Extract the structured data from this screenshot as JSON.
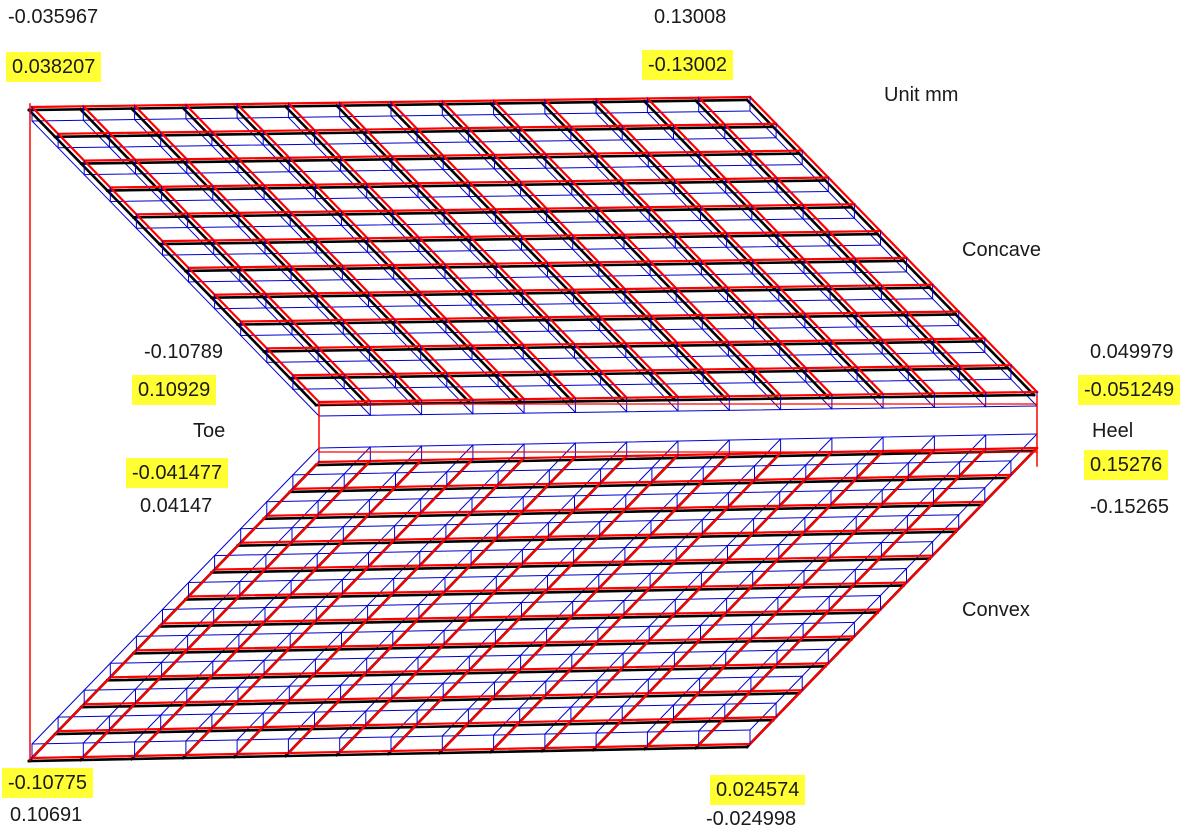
{
  "colors": {
    "deformed_mesh": "#ff0000",
    "original_mesh": "#000000",
    "thin_mesh": "#0000cc",
    "highlight": "#ffff33"
  },
  "labels": {
    "unit": "Unit mm",
    "concave": "Concave",
    "convex": "Convex",
    "toe": "Toe",
    "heel": "Heel"
  },
  "values": {
    "top_left_a": "-0.035967",
    "top_left_b": "0.038207",
    "top_mid_a": "0.13008",
    "top_mid_b": "-0.13002",
    "toe_upper_a": "-0.10789",
    "toe_upper_b": "0.10929",
    "toe_lower_a": "-0.041477",
    "toe_lower_b": "0.04147",
    "heel_upper_a": "0.049979",
    "heel_upper_b": "-0.051249",
    "heel_lower_a": "0.15276",
    "heel_lower_b": "-0.15265",
    "bottom_left_a": "-0.10775",
    "bottom_left_b": "0.10691",
    "bottom_mid_a": "0.024574",
    "bottom_mid_b": "-0.024998"
  }
}
